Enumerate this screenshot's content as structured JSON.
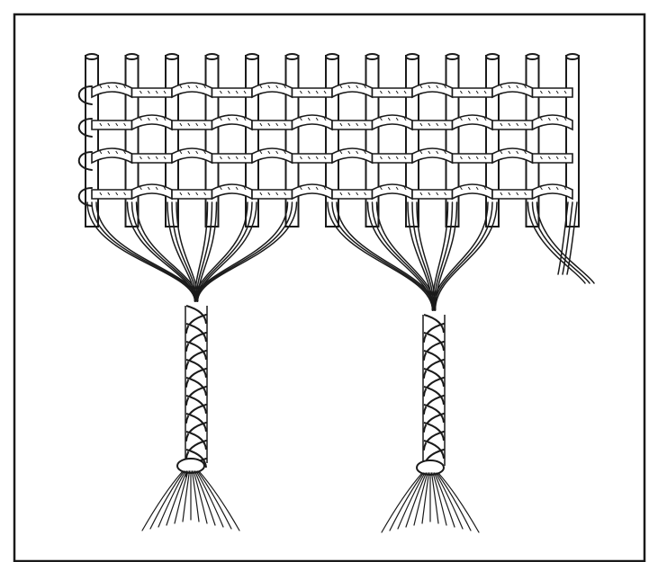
{
  "illustration": {
    "subject": "woven-fringe-with-braided-tassels",
    "colors": {
      "ink": "#1a1a1a",
      "paper": "#ffffff"
    },
    "warp_stakes": 13,
    "weft_rows": 4,
    "tassel_groups": 2,
    "braids": 2
  }
}
